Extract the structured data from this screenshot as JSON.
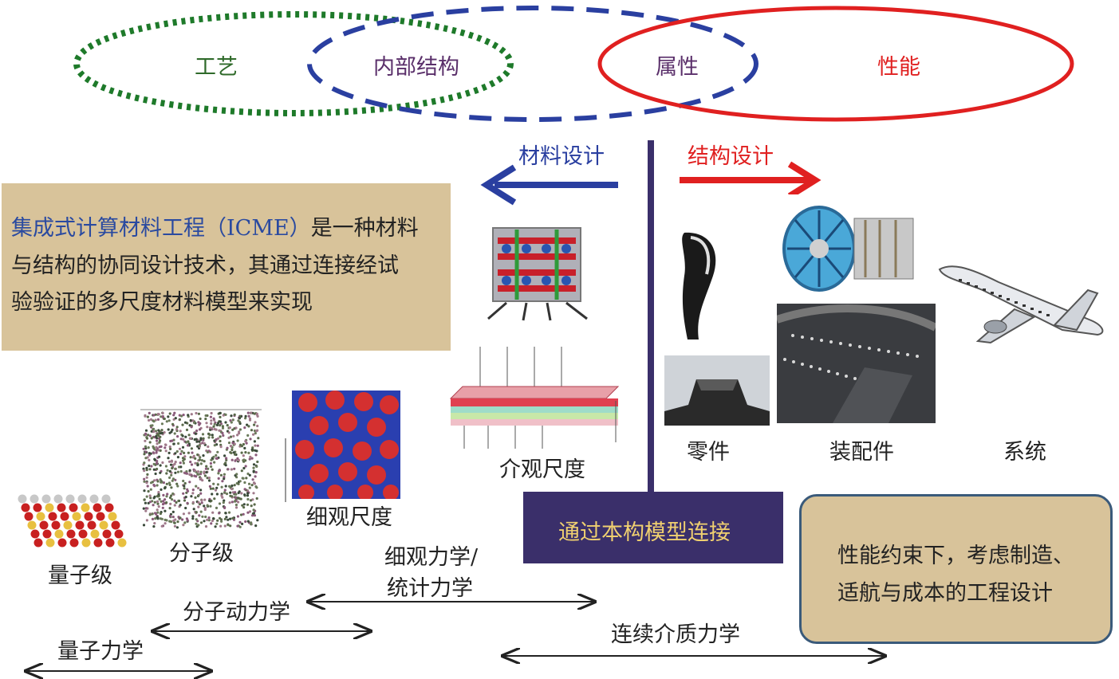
{
  "top": {
    "process": "工艺",
    "structure": "内部结构",
    "property": "属性",
    "performance": "性能"
  },
  "design": {
    "material": "材料设计",
    "structural": "结构设计"
  },
  "icme": {
    "lead": "集成式计算材料工程（ICME）",
    "line1_rest": "是一种材料",
    "line2": "与结构的协同设计技术，其通过连接经试",
    "line3": "验验证的多尺度材料模型来实现"
  },
  "scales": {
    "quantum": "量子级",
    "molecular": "分子级",
    "micro": "细观尺度",
    "meso": "介观尺度"
  },
  "components": {
    "part": "零件",
    "assembly": "装配件",
    "system": "系统"
  },
  "link_box": "通过本构模型连接",
  "engineering": {
    "line1": "性能约束下，考虑制造、",
    "line2": "适航与成本的工程设计"
  },
  "mechanics": {
    "micro_stat_1": "细观力学/",
    "micro_stat_2": "统计力学",
    "molecular_dynamics": "分子动力学",
    "quantum_mechanics": "量子力学",
    "continuum": "连续介质力学"
  },
  "colors": {
    "green": "#1e7a2a",
    "blue": "#2a3fa0",
    "red": "#e02020",
    "tan": "#d8c39a",
    "navy": "#3a2f6a"
  }
}
